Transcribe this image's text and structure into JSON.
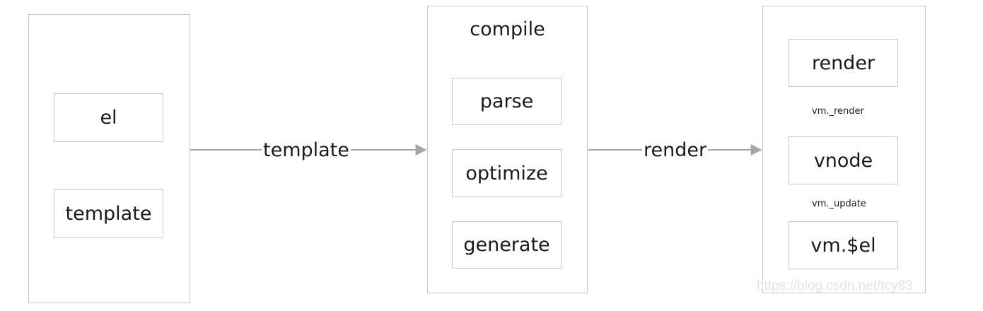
{
  "left_panel": {
    "boxes": [
      "el",
      "template"
    ]
  },
  "arrows": {
    "to_compile": "template",
    "to_runtime": "render"
  },
  "compile_panel": {
    "title": "compile",
    "steps": [
      "parse",
      "optimize",
      "generate"
    ]
  },
  "runtime_panel": {
    "nodes": [
      "render",
      "vnode",
      "vm.$el"
    ],
    "edges": [
      "vm._render",
      "vm._update"
    ]
  },
  "watermark": "https://blog.csdn.net/tcy83"
}
